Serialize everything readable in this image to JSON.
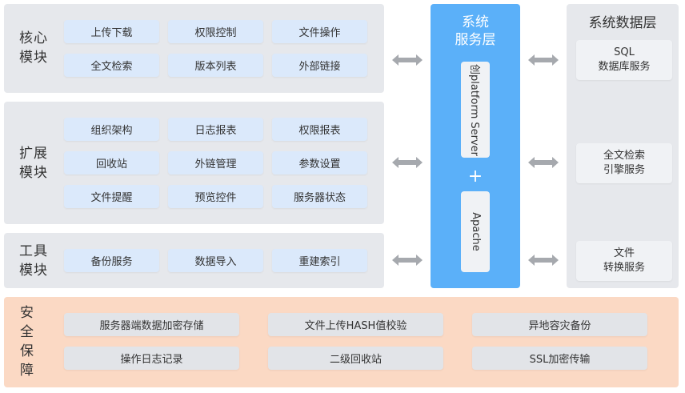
{
  "core": {
    "label_line1": "核心",
    "label_line2": "模块",
    "items": [
      "上传下载",
      "权限控制",
      "文件操作",
      "全文检索",
      "版本列表",
      "外部链接"
    ]
  },
  "extension": {
    "label_line1": "扩展",
    "label_line2": "模块",
    "items": [
      "组织架构",
      "日志报表",
      "权限报表",
      "回收站",
      "外链管理",
      "参数设置",
      "文件提醒",
      "预览控件",
      "服务器状态"
    ]
  },
  "tools": {
    "label_line1": "工具",
    "label_line2": "模块",
    "items": [
      "备份服务",
      "数据导入",
      "重建索引"
    ]
  },
  "service_layer": {
    "title_line1": "系统",
    "title_line2": "服务层",
    "server": "创platform Server",
    "plus": "+",
    "apache": "Apache"
  },
  "data_layer": {
    "title": "系统数据层",
    "items": [
      {
        "line1": "SQL",
        "line2": "数据库服务"
      },
      {
        "line1": "全文检索",
        "line2": "引擎服务"
      },
      {
        "line1": "文件",
        "line2": "转换服务"
      }
    ]
  },
  "security": {
    "label": [
      "安",
      "全",
      "保",
      "障"
    ],
    "items": [
      "服务器端数据加密存储",
      "文件上传HASH值校验",
      "异地容灾备份",
      "操作日志记录",
      "二级回收站",
      "SSL加密传输"
    ]
  },
  "colors": {
    "service_layer_bg": "#5bb0f9",
    "module_chip_bg": "#dbe9fb",
    "security_bg": "#fbd9c4",
    "panel_bg": "#e6e8ec",
    "arrow": "#a6a9ae"
  }
}
